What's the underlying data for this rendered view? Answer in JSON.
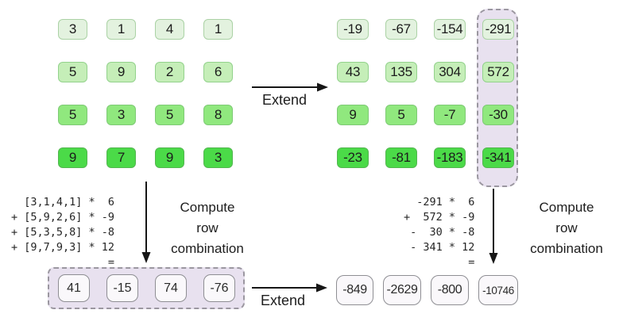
{
  "colors": {
    "row1_fill": "#e3f2df",
    "row1_border": "#abd2a5",
    "row2_fill": "#c5eeb8",
    "row2_border": "#93d28c",
    "row3_fill": "#90e87e",
    "row3_border": "#7eca75",
    "row4_fill": "#4bda48",
    "row4_border": "#53b550",
    "highlight_fill": "#e8e1ef",
    "highlight_border": "#9b97a0",
    "white_cell_fill": "#faf8fb",
    "white_cell_border": "#8e8e93"
  },
  "labels": {
    "extend_top": "Extend",
    "extend_bottom": "Extend",
    "compute_left": "Compute\nrow\ncombination",
    "compute_right": "Compute\nrow\ncombination"
  },
  "left_matrix": {
    "rows": [
      [
        3,
        1,
        4,
        1
      ],
      [
        5,
        9,
        2,
        6
      ],
      [
        5,
        3,
        5,
        8
      ],
      [
        9,
        7,
        9,
        3
      ]
    ]
  },
  "right_matrix": {
    "rows": [
      [
        -19,
        -67,
        -154,
        -291
      ],
      [
        43,
        135,
        304,
        572
      ],
      [
        9,
        5,
        -7,
        -30
      ],
      [
        -23,
        -81,
        -183,
        -341
      ]
    ]
  },
  "left_expression": "  [3,1,4,1] *  6\n+ [5,9,2,6] * -9\n+ [5,3,5,8] * -8\n+ [9,7,9,3] * 12\n               =",
  "right_expression": "  -291 *  6\n+  572 * -9\n -  30 * -8\n - 341 * 12\n          =",
  "result_row": {
    "values": [
      41,
      -15,
      74,
      -76
    ]
  },
  "extended_result_row": {
    "values": [
      -849,
      -2629,
      -800,
      -10746
    ]
  }
}
